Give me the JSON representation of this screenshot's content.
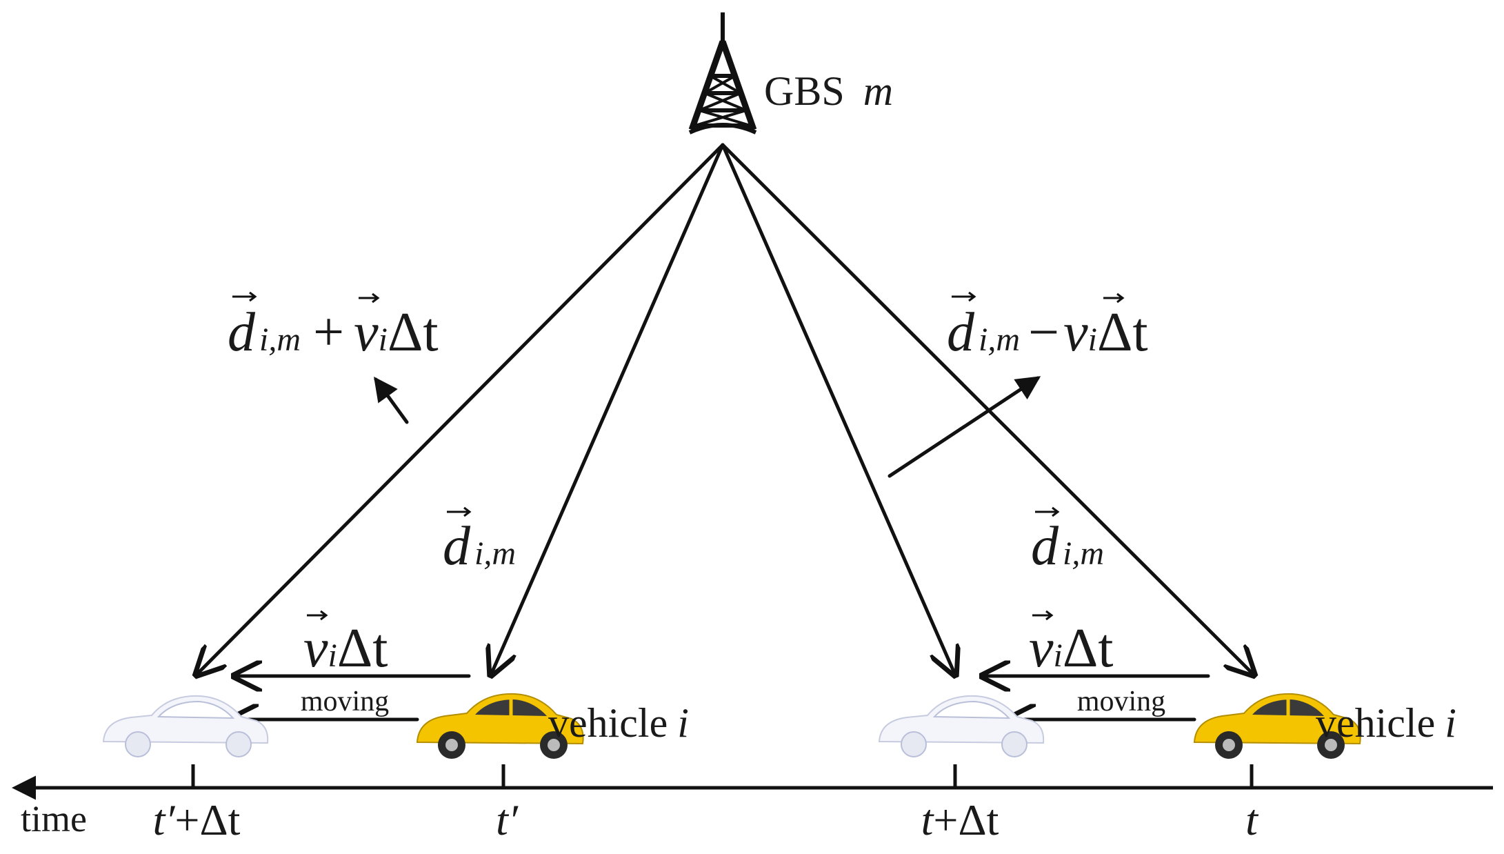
{
  "station": {
    "label_main": "GBS",
    "label_index": "m"
  },
  "vectors": {
    "left_sum": {
      "d": "d",
      "sub": "i,m",
      "op": "+",
      "v": "v",
      "vsub": "i",
      "dt": "Δt"
    },
    "right_diff": {
      "d": "d",
      "sub": "i,m",
      "op": "−",
      "v": "v",
      "vsub": "i",
      "dt": "Δt"
    },
    "left_d": {
      "d": "d",
      "sub": "i,m"
    },
    "right_d": {
      "d": "d",
      "sub": "i,m"
    },
    "left_vdt": {
      "v": "v",
      "vsub": "i",
      "dt": "Δt"
    },
    "right_vdt": {
      "v": "v",
      "vsub": "i",
      "dt": "Δt"
    }
  },
  "motion": {
    "left_moving": "moving",
    "right_moving": "moving"
  },
  "vehicles": {
    "left_label": "vehicle",
    "left_index": "i",
    "right_label": "vehicle",
    "right_index": "i"
  },
  "axis": {
    "label": "time",
    "ticks": [
      {
        "main": "t′",
        "rest": "+Δt"
      },
      {
        "main": "t′",
        "rest": ""
      },
      {
        "main": "t",
        "rest": "+Δt"
      },
      {
        "main": "t",
        "rest": ""
      }
    ]
  },
  "colors": {
    "ink": "#111111",
    "car_yellow": "#f5c400",
    "car_ghost": "#dfe3ef"
  }
}
